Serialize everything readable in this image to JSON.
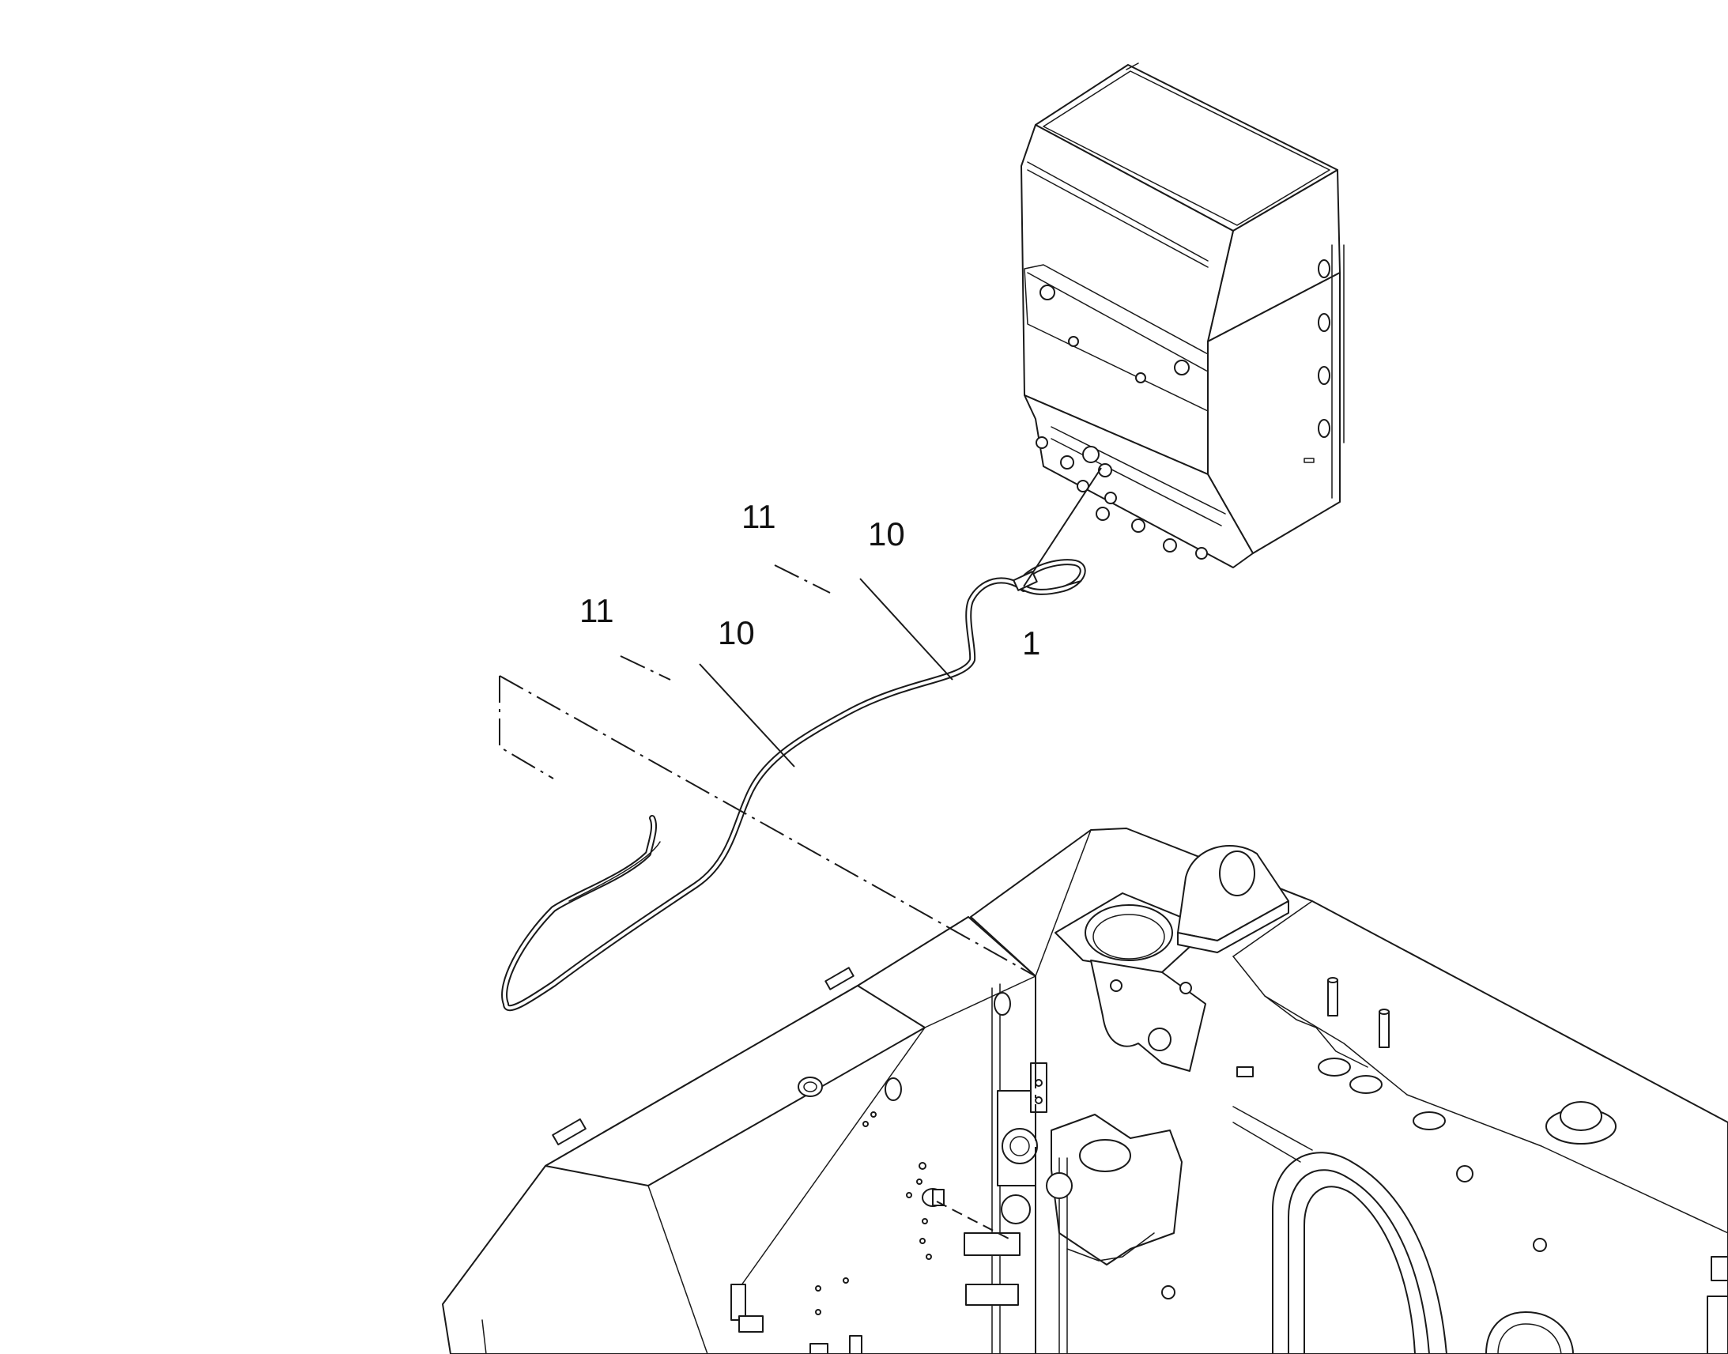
{
  "callouts": {
    "cable_assembly": "1",
    "clamp_upper": "10",
    "screw_upper": "11",
    "clamp_lower": "10",
    "screw_lower": "11"
  }
}
